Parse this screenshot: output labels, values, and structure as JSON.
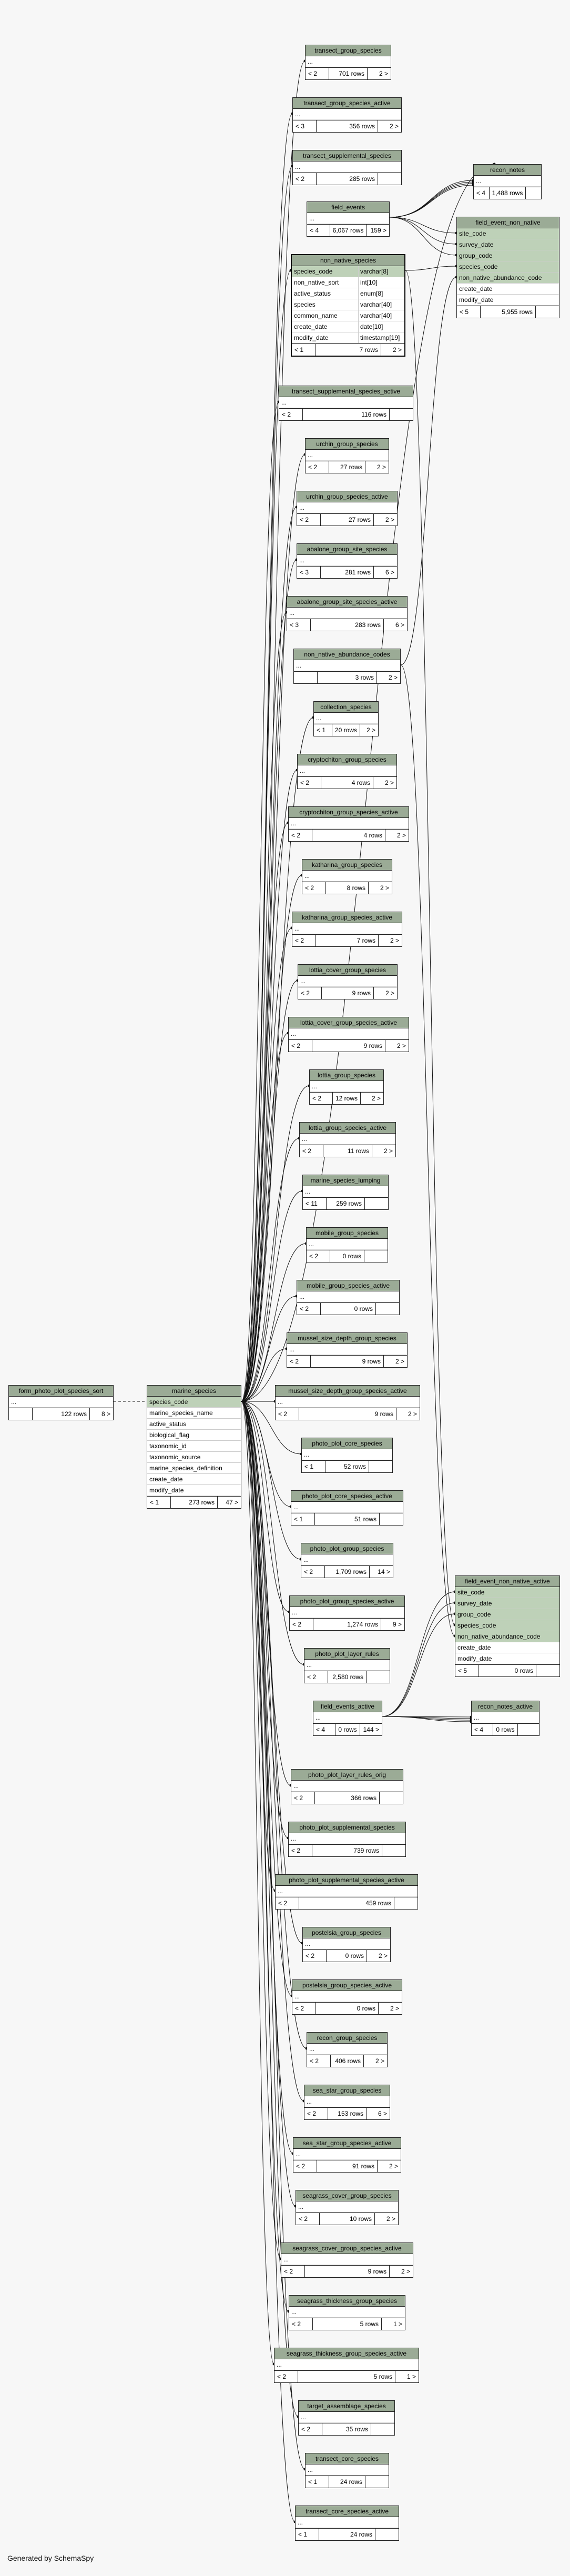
{
  "footer": "Generated by SchemaSpy",
  "tables": [
    {
      "id": "transect_group_species",
      "rows": [
        {
          "name": "..."
        }
      ],
      "foot": [
        "< 2",
        "701 rows",
        "2 >"
      ]
    },
    {
      "id": "transect_group_species_active",
      "rows": [
        {
          "name": "..."
        }
      ],
      "foot": [
        "< 3",
        "356 rows",
        "2 >"
      ]
    },
    {
      "id": "transect_supplemental_species",
      "rows": [
        {
          "name": "..."
        }
      ],
      "foot": [
        "< 2",
        "285 rows",
        ""
      ]
    },
    {
      "id": "recon_notes",
      "rows": [
        {
          "name": "..."
        }
      ],
      "foot": [
        "< 4",
        "1,488 rows",
        ""
      ]
    },
    {
      "id": "field_events",
      "rows": [
        {
          "name": "..."
        }
      ],
      "foot": [
        "< 4",
        "6,067 rows",
        "159 >"
      ]
    },
    {
      "id": "field_event_non_native",
      "rows": [
        {
          "name": "site_code",
          "key": true
        },
        {
          "name": "survey_date",
          "key": true
        },
        {
          "name": "group_code",
          "key": true
        },
        {
          "name": "species_code",
          "key": true
        },
        {
          "name": "non_native_abundance_code",
          "key": true
        },
        {
          "name": "create_date"
        },
        {
          "name": "modify_date"
        }
      ],
      "foot": [
        "< 5",
        "5,955 rows",
        ""
      ]
    },
    {
      "id": "non_native_species",
      "rows": [
        {
          "name": "species_code",
          "type": "varchar[8]",
          "key": true
        },
        {
          "name": "non_native_sort",
          "type": "int[10]"
        },
        {
          "name": "active_status",
          "type": "enum[8]"
        },
        {
          "name": "species",
          "type": "varchar[40]"
        },
        {
          "name": "common_name",
          "type": "varchar[40]"
        },
        {
          "name": "create_date",
          "type": "date[10]"
        },
        {
          "name": "modify_date",
          "type": "timestamp[19]"
        }
      ],
      "foot": [
        "< 1",
        "7 rows",
        "2 >"
      ]
    },
    {
      "id": "transect_supplemental_species_active",
      "rows": [
        {
          "name": "..."
        }
      ],
      "foot": [
        "< 2",
        "116 rows",
        ""
      ]
    },
    {
      "id": "urchin_group_species",
      "rows": [
        {
          "name": "..."
        }
      ],
      "foot": [
        "< 2",
        "27 rows",
        "2 >"
      ]
    },
    {
      "id": "urchin_group_species_active",
      "rows": [
        {
          "name": "..."
        }
      ],
      "foot": [
        "< 2",
        "27 rows",
        "2 >"
      ]
    },
    {
      "id": "abalone_group_site_species",
      "rows": [
        {
          "name": "..."
        }
      ],
      "foot": [
        "< 3",
        "281 rows",
        "6 >"
      ]
    },
    {
      "id": "abalone_group_site_species_active",
      "rows": [
        {
          "name": "..."
        }
      ],
      "foot": [
        "< 3",
        "283 rows",
        "6 >"
      ]
    },
    {
      "id": "non_native_abundance_codes",
      "rows": [
        {
          "name": "..."
        }
      ],
      "foot": [
        "",
        "3 rows",
        "2 >"
      ]
    },
    {
      "id": "collection_species",
      "rows": [
        {
          "name": "..."
        }
      ],
      "foot": [
        "< 1",
        "20 rows",
        "2 >"
      ]
    },
    {
      "id": "cryptochiton_group_species",
      "rows": [
        {
          "name": "..."
        }
      ],
      "foot": [
        "< 2",
        "4 rows",
        "2 >"
      ]
    },
    {
      "id": "cryptochiton_group_species_active",
      "rows": [
        {
          "name": "..."
        }
      ],
      "foot": [
        "< 2",
        "4 rows",
        "2 >"
      ]
    },
    {
      "id": "katharina_group_species",
      "rows": [
        {
          "name": "..."
        }
      ],
      "foot": [
        "< 2",
        "8 rows",
        "2 >"
      ]
    },
    {
      "id": "katharina_group_species_active",
      "rows": [
        {
          "name": "..."
        }
      ],
      "foot": [
        "< 2",
        "7 rows",
        "2 >"
      ]
    },
    {
      "id": "lottia_cover_group_species",
      "rows": [
        {
          "name": "..."
        }
      ],
      "foot": [
        "< 2",
        "9 rows",
        "2 >"
      ]
    },
    {
      "id": "lottia_cover_group_species_active",
      "rows": [
        {
          "name": "..."
        }
      ],
      "foot": [
        "< 2",
        "9 rows",
        "2 >"
      ]
    },
    {
      "id": "lottia_group_species",
      "rows": [
        {
          "name": "..."
        }
      ],
      "foot": [
        "< 2",
        "12 rows",
        "2 >"
      ]
    },
    {
      "id": "lottia_group_species_active",
      "rows": [
        {
          "name": "..."
        }
      ],
      "foot": [
        "< 2",
        "11 rows",
        "2 >"
      ]
    },
    {
      "id": "marine_species_lumping",
      "rows": [
        {
          "name": "..."
        }
      ],
      "foot": [
        "< 11",
        "259 rows",
        ""
      ]
    },
    {
      "id": "mobile_group_species",
      "rows": [
        {
          "name": "..."
        }
      ],
      "foot": [
        "< 2",
        "0 rows",
        ""
      ]
    },
    {
      "id": "mobile_group_species_active",
      "rows": [
        {
          "name": "..."
        }
      ],
      "foot": [
        "< 2",
        "0 rows",
        ""
      ]
    },
    {
      "id": "mussel_size_depth_group_species",
      "rows": [
        {
          "name": "..."
        }
      ],
      "foot": [
        "< 2",
        "9 rows",
        "2 >"
      ]
    },
    {
      "id": "mussel_size_depth_group_species_active",
      "rows": [
        {
          "name": "..."
        }
      ],
      "foot": [
        "< 2",
        "9 rows",
        "2 >"
      ]
    },
    {
      "id": "form_photo_plot_species_sort",
      "rows": [
        {
          "name": "..."
        }
      ],
      "foot": [
        "",
        "122 rows",
        "8 >"
      ]
    },
    {
      "id": "marine_species",
      "rows": [
        {
          "name": "species_code",
          "key": true
        },
        {
          "name": "marine_species_name"
        },
        {
          "name": "active_status"
        },
        {
          "name": "biological_flag"
        },
        {
          "name": "taxonomic_id"
        },
        {
          "name": "taxonomic_source"
        },
        {
          "name": "marine_species_definition"
        },
        {
          "name": "create_date"
        },
        {
          "name": "modify_date"
        }
      ],
      "foot": [
        "< 1",
        "273 rows",
        "47 >"
      ]
    },
    {
      "id": "photo_plot_core_species",
      "rows": [
        {
          "name": "..."
        }
      ],
      "foot": [
        "< 1",
        "52 rows",
        ""
      ]
    },
    {
      "id": "photo_plot_core_species_active",
      "rows": [
        {
          "name": "..."
        }
      ],
      "foot": [
        "< 1",
        "51 rows",
        ""
      ]
    },
    {
      "id": "photo_plot_group_species",
      "rows": [
        {
          "name": "..."
        }
      ],
      "foot": [
        "< 2",
        "1,709 rows",
        "14 >"
      ]
    },
    {
      "id": "photo_plot_group_species_active",
      "rows": [
        {
          "name": "..."
        }
      ],
      "foot": [
        "< 2",
        "1,274 rows",
        "9 >"
      ]
    },
    {
      "id": "photo_plot_layer_rules",
      "rows": [
        {
          "name": "..."
        }
      ],
      "foot": [
        "< 2",
        "2,580 rows",
        ""
      ]
    },
    {
      "id": "field_event_non_native_active",
      "rows": [
        {
          "name": "site_code",
          "key": true
        },
        {
          "name": "survey_date",
          "key": true
        },
        {
          "name": "group_code",
          "key": true
        },
        {
          "name": "species_code",
          "key": true
        },
        {
          "name": "non_native_abundance_code",
          "key": true
        },
        {
          "name": "create_date"
        },
        {
          "name": "modify_date"
        }
      ],
      "foot": [
        "< 5",
        "0 rows",
        ""
      ]
    },
    {
      "id": "field_events_active",
      "rows": [
        {
          "name": "..."
        }
      ],
      "foot": [
        "< 4",
        "0 rows",
        "144 >"
      ]
    },
    {
      "id": "recon_notes_active",
      "rows": [
        {
          "name": "..."
        }
      ],
      "foot": [
        "< 4",
        "0 rows",
        ""
      ]
    },
    {
      "id": "photo_plot_layer_rules_orig",
      "rows": [
        {
          "name": "..."
        }
      ],
      "foot": [
        "< 2",
        "366 rows",
        ""
      ]
    },
    {
      "id": "photo_plot_supplemental_species",
      "rows": [
        {
          "name": "..."
        }
      ],
      "foot": [
        "< 2",
        "739 rows",
        ""
      ]
    },
    {
      "id": "photo_plot_supplemental_species_active",
      "rows": [
        {
          "name": "..."
        }
      ],
      "foot": [
        "< 2",
        "459 rows",
        ""
      ]
    },
    {
      "id": "postelsia_group_species",
      "rows": [
        {
          "name": "..."
        }
      ],
      "foot": [
        "< 2",
        "0 rows",
        "2 >"
      ]
    },
    {
      "id": "postelsia_group_species_active",
      "rows": [
        {
          "name": "..."
        }
      ],
      "foot": [
        "< 2",
        "0 rows",
        "2 >"
      ]
    },
    {
      "id": "recon_group_species",
      "rows": [
        {
          "name": "..."
        }
      ],
      "foot": [
        "< 2",
        "406 rows",
        "2 >"
      ]
    },
    {
      "id": "sea_star_group_species",
      "rows": [
        {
          "name": "..."
        }
      ],
      "foot": [
        "< 2",
        "153 rows",
        "6 >"
      ]
    },
    {
      "id": "sea_star_group_species_active",
      "rows": [
        {
          "name": "..."
        }
      ],
      "foot": [
        "< 2",
        "91 rows",
        "2 >"
      ]
    },
    {
      "id": "seagrass_cover_group_species",
      "rows": [
        {
          "name": "..."
        }
      ],
      "foot": [
        "< 2",
        "10 rows",
        "2 >"
      ]
    },
    {
      "id": "seagrass_cover_group_species_active",
      "rows": [
        {
          "name": "..."
        }
      ],
      "foot": [
        "< 2",
        "9 rows",
        "2 >"
      ]
    },
    {
      "id": "seagrass_thickness_group_species",
      "rows": [
        {
          "name": "..."
        }
      ],
      "foot": [
        "< 2",
        "5 rows",
        "1 >"
      ]
    },
    {
      "id": "seagrass_thickness_group_species_active",
      "rows": [
        {
          "name": "..."
        }
      ],
      "foot": [
        "< 2",
        "5 rows",
        "1 >"
      ]
    },
    {
      "id": "target_assemblage_species",
      "rows": [
        {
          "name": "..."
        }
      ],
      "foot": [
        "< 2",
        "35 rows",
        ""
      ]
    },
    {
      "id": "transect_core_species",
      "rows": [
        {
          "name": "..."
        }
      ],
      "foot": [
        "< 1",
        "24 rows",
        ""
      ]
    },
    {
      "id": "transect_core_species_active",
      "rows": [
        {
          "name": "..."
        }
      ],
      "foot": [
        "< 1",
        "24 rows",
        ""
      ]
    }
  ]
}
